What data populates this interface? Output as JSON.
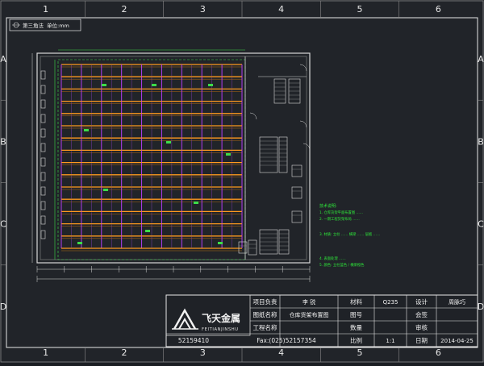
{
  "grid": {
    "columns": [
      "1",
      "2",
      "3",
      "4",
      "5",
      "6"
    ],
    "rows": [
      "A",
      "B",
      "C",
      "D"
    ]
  },
  "header_box": {
    "projection": "第三角法",
    "unit": "单位:mm"
  },
  "notes": {
    "lines": [
      "技术说明:",
      "1. 仓库货架平面布置图 ……",
      "2. 一期工程货架布局 ……",
      "3. 材质: 立柱 …… 横梁 …… 层板 ……",
      "4. 表面处理 ……",
      "5. 颜色: 立柱蓝色 / 横梁橙色"
    ]
  },
  "title_block": {
    "company": {
      "name_cn": "飞天金属",
      "name_en": "FEITIANJINSHU"
    },
    "rows": [
      [
        "项目负责",
        "李 锐",
        "材料",
        "Q235",
        "设计",
        "周脉巧"
      ],
      [
        "图纸名称",
        "仓库货架布置图",
        "图号",
        "",
        "会签",
        ""
      ],
      [
        "工程名称",
        "",
        "数量",
        "",
        "审核",
        ""
      ],
      [
        "52159410",
        "Fax:(025)52157354",
        "比例",
        "1:1",
        "日期",
        "2014-04-25"
      ]
    ]
  },
  "colors": {
    "background": "#212429",
    "frame": "#e8e8e8",
    "upright": "#b03cf0",
    "beam": "#ff9a1f",
    "dimension": "#3ddc4a",
    "wall": "#d8d8d8",
    "notes": "#2ee63a"
  }
}
